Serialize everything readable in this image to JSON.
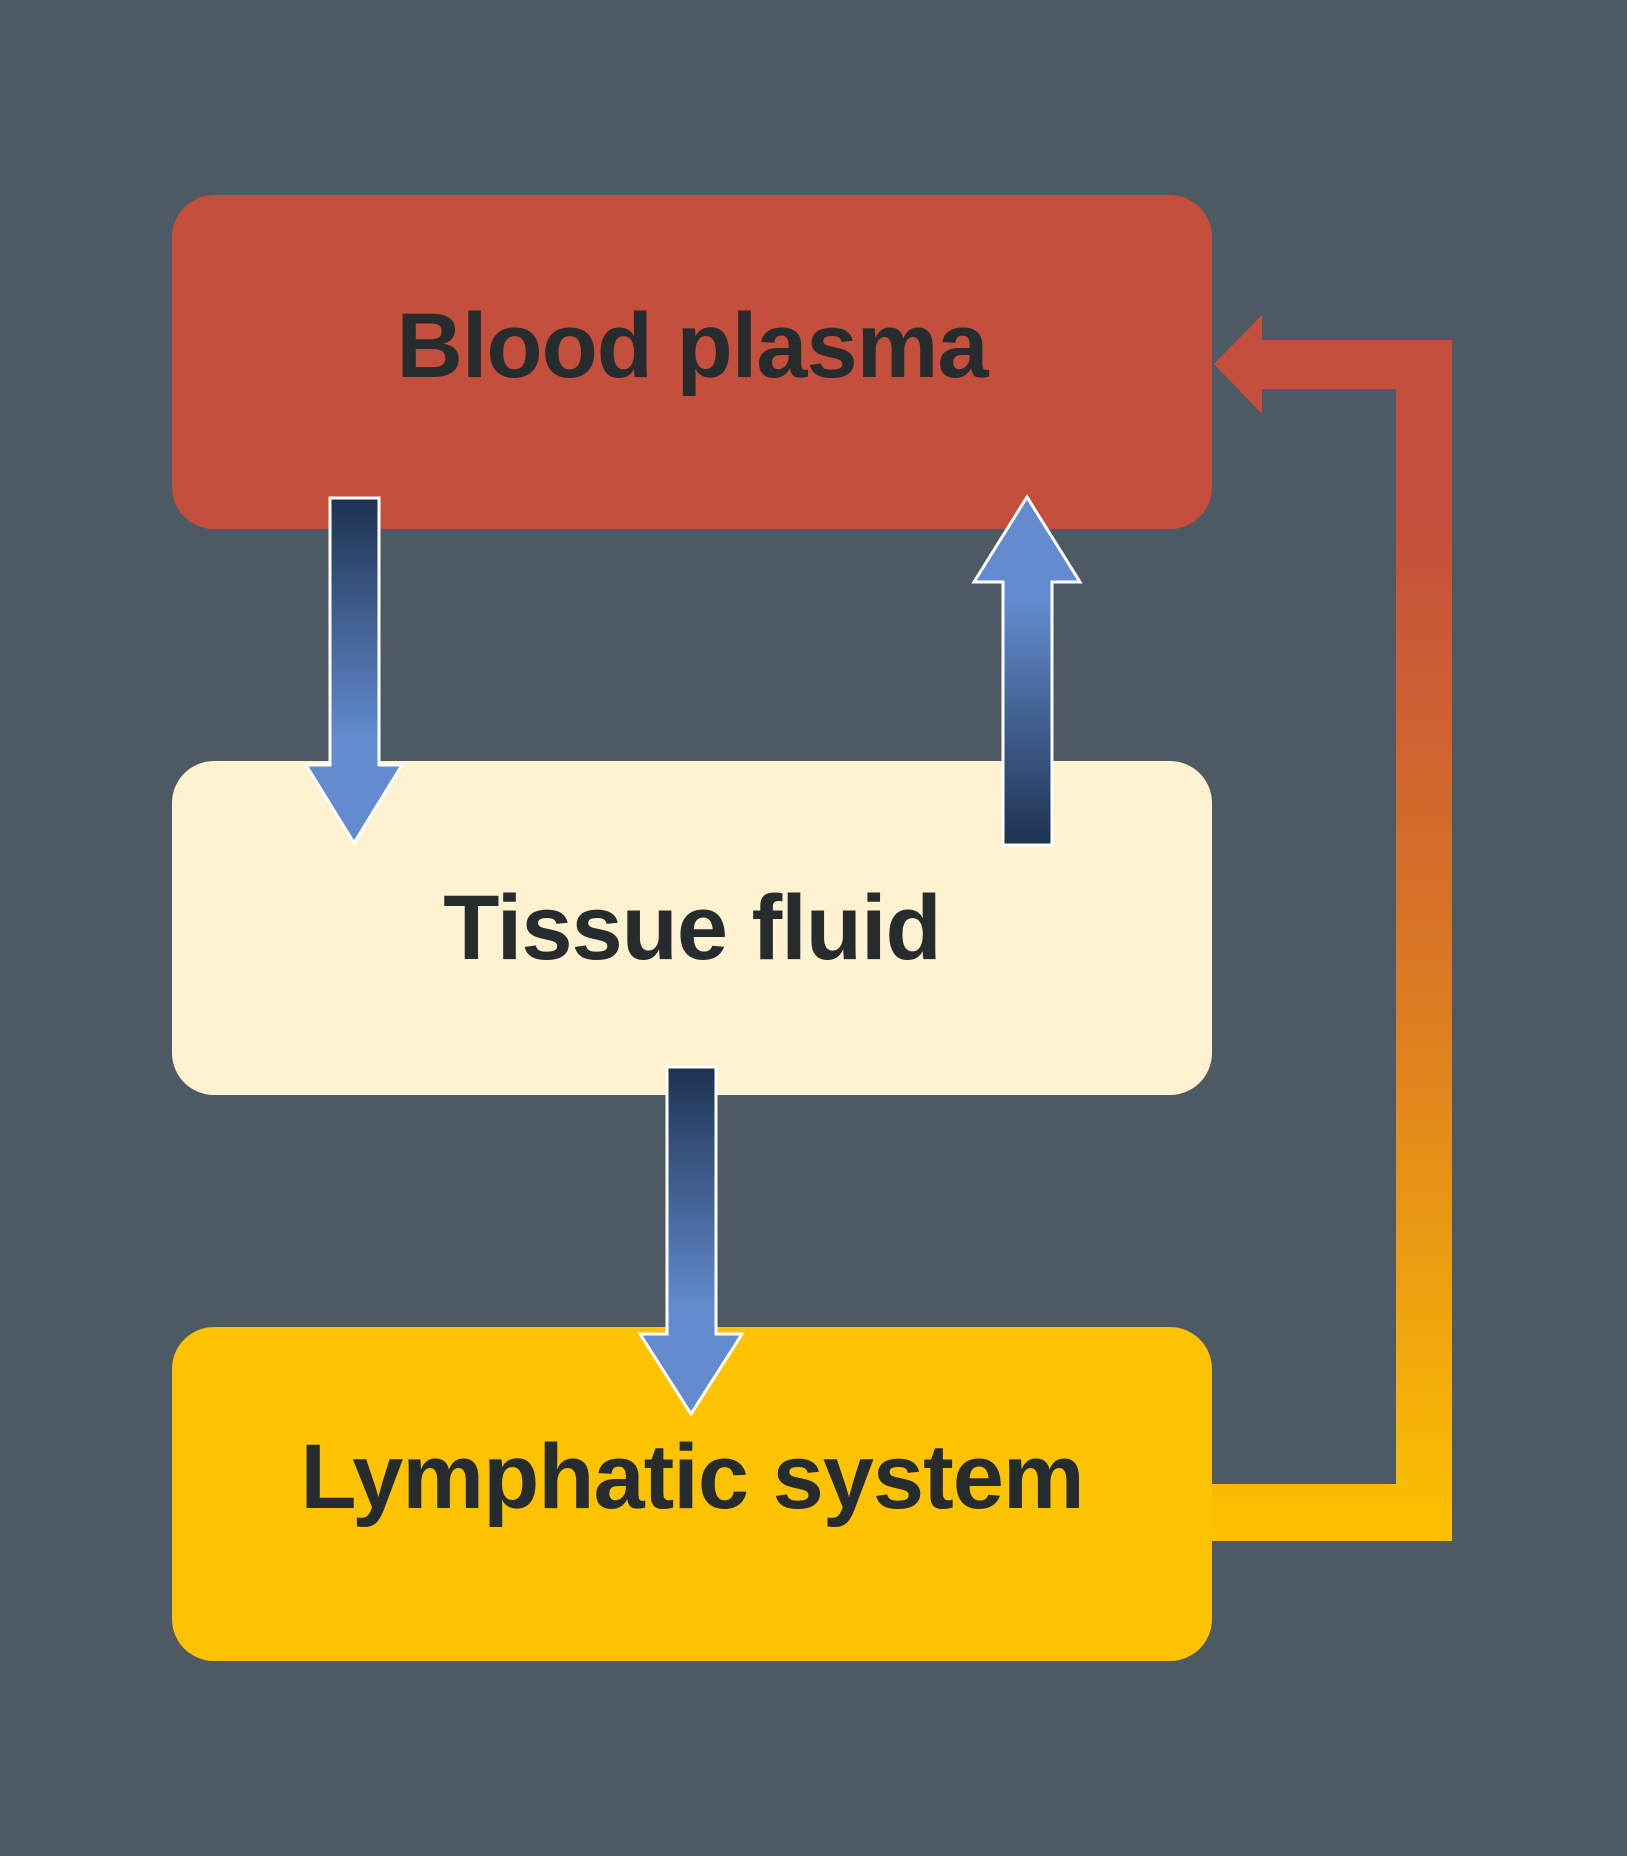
{
  "nodes": {
    "blood_plasma": {
      "label": "Blood plasma",
      "color": "#c44f3c"
    },
    "tissue_fluid": {
      "label": "Tissue fluid",
      "color": "#fff2d0"
    },
    "lymphatic_system": {
      "label": "Lymphatic system",
      "color": "#fdc200"
    }
  },
  "colors": {
    "background": "#4d5a63",
    "arrow_dark": "#1e3250",
    "arrow_light": "#628ccf",
    "return_top": "#c44f3c",
    "return_bottom": "#fdc200",
    "text": "#262c2e"
  },
  "edges": [
    {
      "from": "blood_plasma",
      "to": "tissue_fluid"
    },
    {
      "from": "tissue_fluid",
      "to": "blood_plasma"
    },
    {
      "from": "tissue_fluid",
      "to": "lymphatic_system"
    },
    {
      "from": "lymphatic_system",
      "to": "blood_plasma"
    }
  ]
}
